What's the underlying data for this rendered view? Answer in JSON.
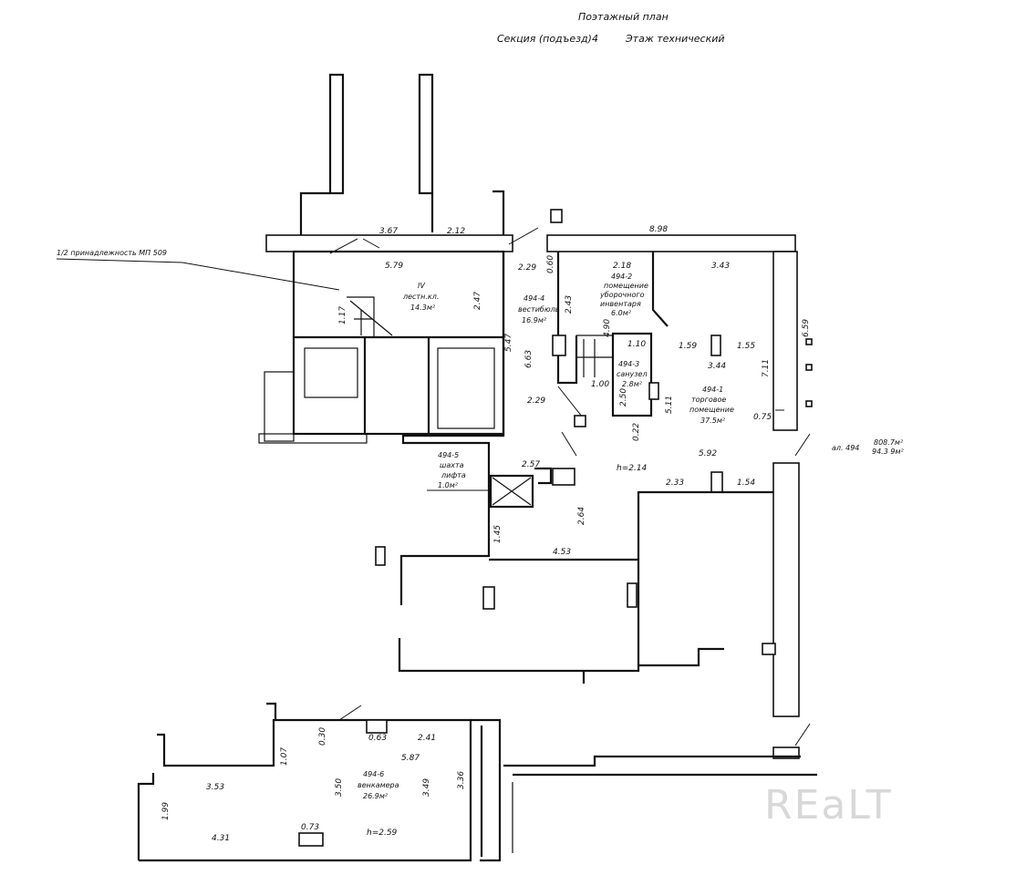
{
  "header": {
    "title": "Поэтажный план",
    "section": "Секция (подъезд)4",
    "floor": "Этаж технический"
  },
  "note": "1/2 принадлежность МП 509",
  "totals": {
    "label": "ал. 494",
    "area1": "808.7м²",
    "area2": "94.3 9м²"
  },
  "rooms": [
    {
      "roman": "IV",
      "name": "лестн.кл.",
      "area": "14.3м²"
    },
    {
      "code": "494-4",
      "name": "вестибюль",
      "area": "16.9м²"
    },
    {
      "code": "494-2",
      "name_1": "помещение",
      "name_2": "уборочного",
      "name_3": "инвентаря",
      "area": "6.0м²"
    },
    {
      "code": "494-3",
      "name": "санузел",
      "area": "2.8м²"
    },
    {
      "code": "494-1",
      "name_1": "торговое",
      "name_2": "помещение",
      "area": "37.5м²"
    },
    {
      "code": "494-5",
      "name_1": "шахта",
      "name_2": "лифта",
      "area": "1.0м²"
    },
    {
      "code": "494-6",
      "name": "венкамера",
      "area": "26.9м²"
    }
  ],
  "dims": {
    "d1": "3.67",
    "d2": "2.12",
    "d3": "5.79",
    "d4": "2.47",
    "d5": "1.17",
    "d6": "2.29",
    "d7": "0.60",
    "d8": "2.43",
    "d9": "5.47",
    "d10": "6.63",
    "d11": "4.90",
    "d12": "2.18",
    "d13": "8.98",
    "d14": "3.43",
    "d15": "6.59",
    "d16": "1.59",
    "d17": "1.55",
    "d18": "3.44",
    "d19": "7.11",
    "d20": "1.10",
    "d21": "1.00",
    "d22": "2.50",
    "d23": "5.11",
    "d24": "0.22",
    "d25": "0.75",
    "d26": "2.29",
    "d27": "2.57",
    "d28": "h=2.14",
    "d29": "5.92",
    "d30": "2.33",
    "d31": "1.54",
    "d32": "2.64",
    "d33": "1.45",
    "d34": "4.53",
    "d35": "0.30",
    "d36": "0.63",
    "d37": "2.41",
    "d38": "5.87",
    "d39": "1.07",
    "d40": "3.53",
    "d41": "3.50",
    "d42": "3.49",
    "d43": "3.36",
    "d44": "1.99",
    "d45": "4.31",
    "d46": "0.73",
    "d47": "h=2.59"
  },
  "watermark": "REaLT"
}
